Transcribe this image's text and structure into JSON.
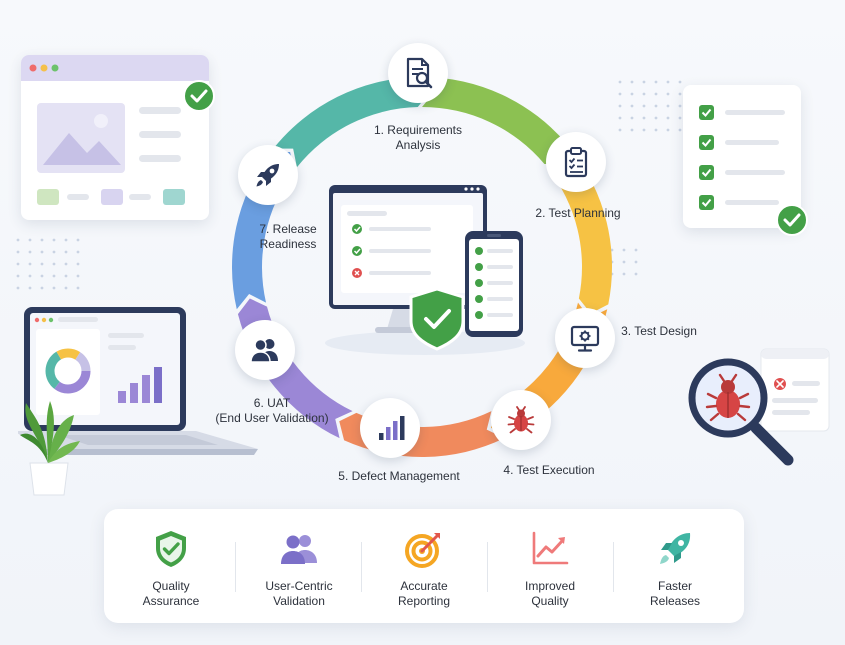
{
  "cycle": {
    "stages": [
      {
        "line1": "1. Requirements",
        "line2": "Analysis",
        "icon": "document-search-icon"
      },
      {
        "line1": "2. Test Planning",
        "line2": "",
        "icon": "clipboard-checklist-icon"
      },
      {
        "line1": "3. Test Design",
        "line2": "",
        "icon": "monitor-gear-icon"
      },
      {
        "line1": "4. Test Execution",
        "line2": "",
        "icon": "bug-icon"
      },
      {
        "line1": "5. Defect Management",
        "line2": "",
        "icon": "bar-chart-icon"
      },
      {
        "line1": "6. UAT",
        "line2": "(End User Validation)",
        "icon": "users-icon"
      },
      {
        "line1": "7. Release",
        "line2": "Readiness",
        "icon": "rocket-icon"
      }
    ],
    "colors": [
      "#8cc152",
      "#f6c244",
      "#f8a93c",
      "#f08a5d",
      "#9b87d6",
      "#6a9ee0",
      "#55b7a8"
    ]
  },
  "benefits": [
    {
      "line1": "Quality",
      "line2": "Assurance",
      "icon": "shield-check-icon",
      "color": "#43a047"
    },
    {
      "line1": "User-Centric",
      "line2": "Validation",
      "icon": "users-icon",
      "color": "#7b6fc8"
    },
    {
      "line1": "Accurate",
      "line2": "Reporting",
      "icon": "target-icon",
      "color": "#f5a623"
    },
    {
      "line1": "Improved",
      "line2": "Quality",
      "icon": "trend-up-icon",
      "color": "#ef7a7a"
    },
    {
      "line1": "Faster",
      "line2": "Releases",
      "icon": "rocket-icon",
      "color": "#3fb5a3"
    }
  ],
  "colors": {
    "navy": "#2c3a5c",
    "check_green": "#43a047",
    "error_red": "#e05050"
  }
}
